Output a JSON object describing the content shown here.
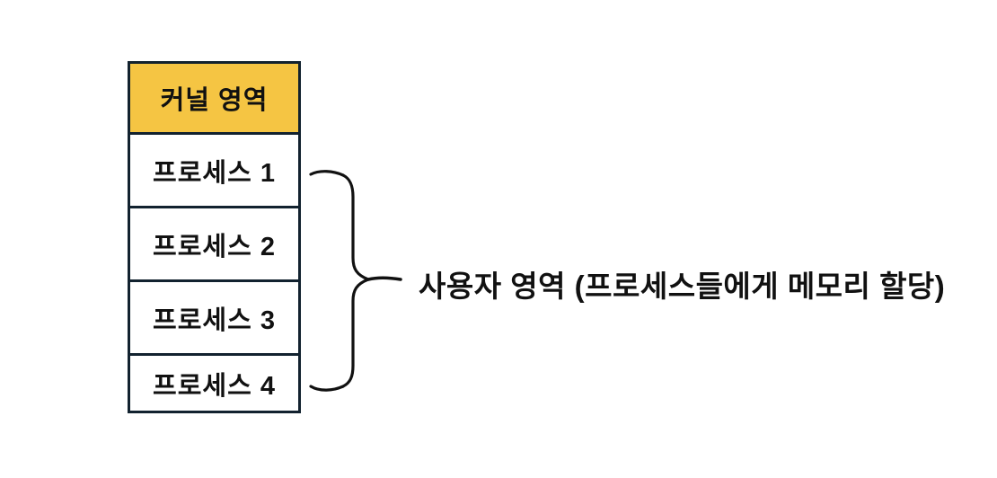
{
  "diagram": {
    "title_semantic": "kernel-user-memory-layout",
    "colors": {
      "background": "#ffffff",
      "box_border": "#12222f",
      "kernel_fill": "#f5c543",
      "process_fill": "#ffffff",
      "line": "#111111",
      "text": "#111111"
    },
    "kernel_box": {
      "label": "커널 영역"
    },
    "process_boxes": [
      {
        "label": "프로세스 1"
      },
      {
        "label": "프로세스 2"
      },
      {
        "label": "프로세스 3"
      },
      {
        "label": "프로세스 4"
      }
    ],
    "brace": {
      "groups": "process_boxes",
      "label": "사용자 영역 (프로세스들에게 메모리 할당)"
    }
  }
}
